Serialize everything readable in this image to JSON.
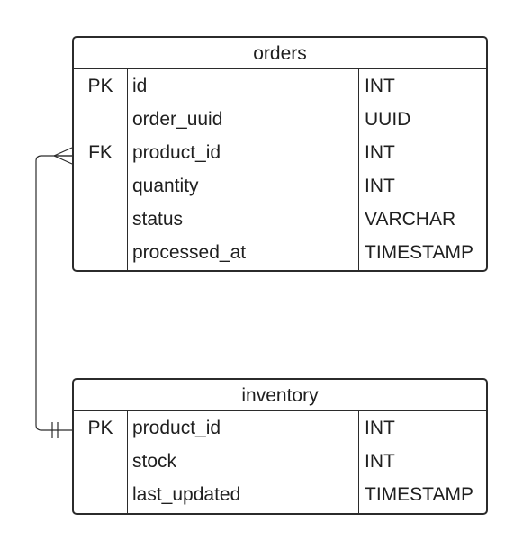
{
  "orders": {
    "title": "orders",
    "rows": [
      {
        "key": "PK",
        "name": "id",
        "type": "INT"
      },
      {
        "key": "",
        "name": "order_uuid",
        "type": "UUID"
      },
      {
        "key": "FK",
        "name": "product_id",
        "type": "INT"
      },
      {
        "key": "",
        "name": "quantity",
        "type": "INT"
      },
      {
        "key": "",
        "name": "status",
        "type": "VARCHAR"
      },
      {
        "key": "",
        "name": "processed_at",
        "type": "TIMESTAMP"
      }
    ]
  },
  "inventory": {
    "title": "inventory",
    "rows": [
      {
        "key": "PK",
        "name": "product_id",
        "type": "INT"
      },
      {
        "key": "",
        "name": "stock",
        "type": "INT"
      },
      {
        "key": "",
        "name": "last_updated",
        "type": "TIMESTAMP"
      }
    ]
  },
  "relationship": {
    "from": "orders.product_id",
    "to": "inventory.product_id",
    "from_cardinality": "many",
    "to_cardinality": "one",
    "line_color": "#2b2b2b"
  }
}
